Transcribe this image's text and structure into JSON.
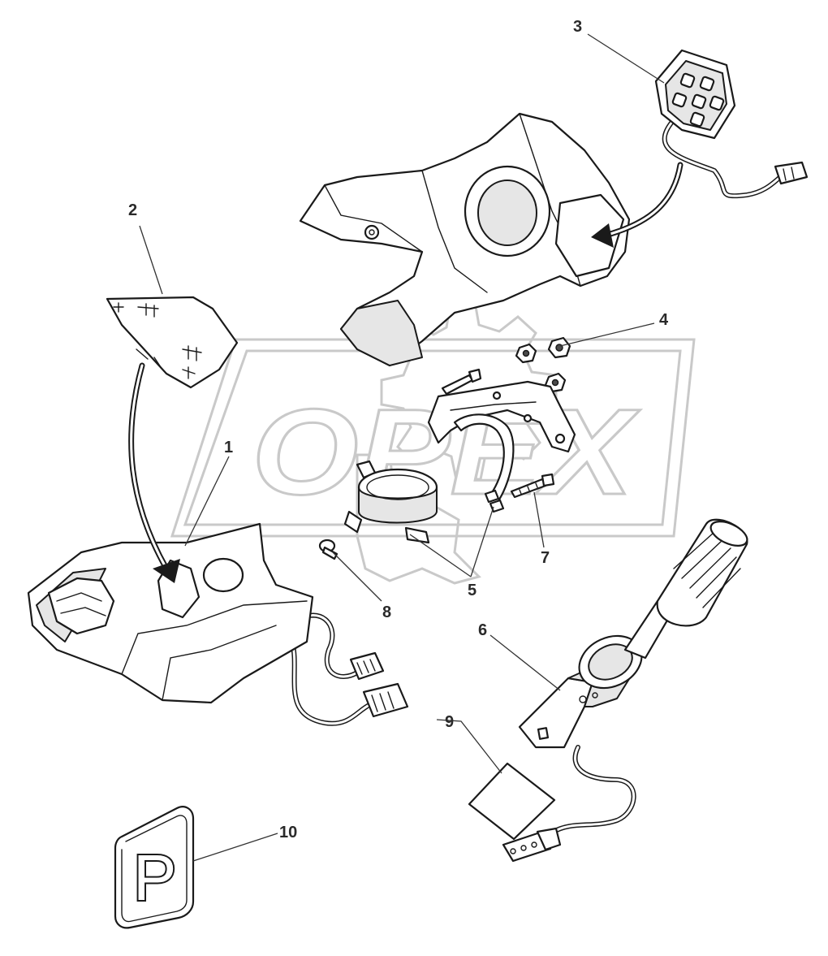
{
  "watermark": {
    "text": "OPEX"
  },
  "labels": {
    "l1": "1",
    "l2": "2",
    "l3": "3",
    "l4": "4",
    "l5": "5",
    "l6": "6",
    "l7": "7",
    "l8": "8",
    "l9": "9",
    "l10": "10"
  },
  "decal": {
    "letter": "P"
  },
  "colors": {
    "line": "#1a1a1a",
    "watermark": "#c9c9c9",
    "background": "#ffffff"
  }
}
